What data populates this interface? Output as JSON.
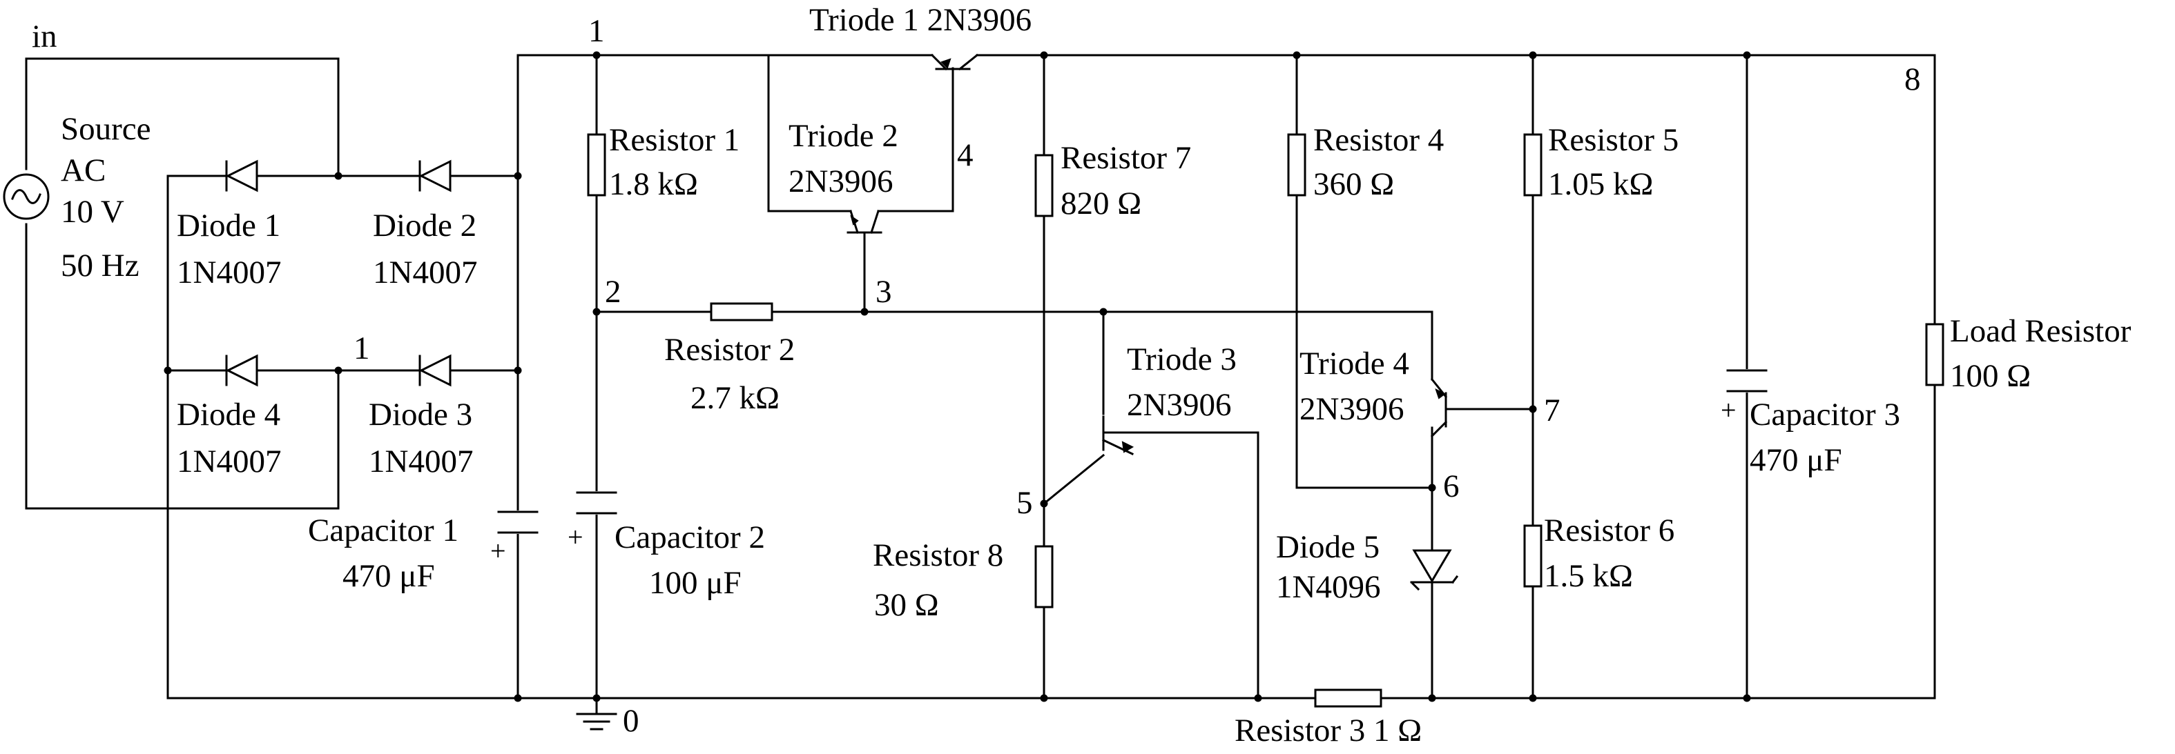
{
  "nodes": {
    "in": "in",
    "n1_top": "1",
    "n1_bridge": "1",
    "n2": "2",
    "n3": "3",
    "n4": "4",
    "n5": "5",
    "n6": "6",
    "n7": "7",
    "n8": "8",
    "n0": "0"
  },
  "source": {
    "name": "Source",
    "type": "AC",
    "voltage": "10 V",
    "frequency": "50 Hz"
  },
  "diodes": {
    "d1": {
      "name": "Diode 1",
      "part": "1N4007"
    },
    "d2": {
      "name": "Diode 2",
      "part": "1N4007"
    },
    "d3": {
      "name": "Diode 3",
      "part": "1N4007"
    },
    "d4": {
      "name": "Diode 4",
      "part": "1N4007"
    },
    "d5": {
      "name": "Diode 5",
      "part": "1N4096"
    }
  },
  "capacitors": {
    "c1": {
      "name": "Capacitor 1",
      "value": "470 μF"
    },
    "c2": {
      "name": "Capacitor 2",
      "value": "100 μF"
    },
    "c3": {
      "name": "Capacitor 3",
      "value": "470 μF"
    },
    "polarity": "+"
  },
  "resistors": {
    "r1": {
      "name": "Resistor 1",
      "value": "1.8 kΩ"
    },
    "r2": {
      "name": "Resistor 2",
      "value": "2.7 kΩ"
    },
    "r3": {
      "label": "Resistor 3 1 Ω"
    },
    "r4": {
      "name": "Resistor 4",
      "value": "360 Ω"
    },
    "r5": {
      "name": "Resistor 5",
      "value": "1.05 kΩ"
    },
    "r6": {
      "name": "Resistor 6",
      "value": "1.5 kΩ"
    },
    "r7": {
      "name": "Resistor 7",
      "value": "820 Ω"
    },
    "r8": {
      "name": "Resistor 8",
      "value": "30 Ω"
    },
    "load": {
      "name": "Load Resistor",
      "value": "100 Ω"
    }
  },
  "triodes": {
    "t1": {
      "label": "Triode 1 2N3906"
    },
    "t2": {
      "name": "Triode 2",
      "part": "2N3906"
    },
    "t3": {
      "name": "Triode 3",
      "part": "2N3906"
    },
    "t4": {
      "name": "Triode 4",
      "part": "2N3906"
    }
  }
}
